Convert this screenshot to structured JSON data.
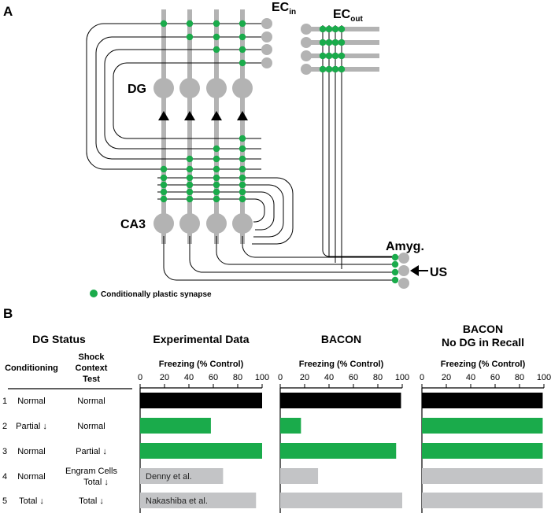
{
  "panel_a": {
    "letter": "A",
    "labels": {
      "ec_in": "EC",
      "ec_in_sub": "in",
      "ec_out": "EC",
      "ec_out_sub": "out",
      "dg": "DG",
      "ca3": "CA3",
      "amyg": "Amyg.",
      "us": "US"
    },
    "legend": "Conditionally plastic synapse",
    "colors": {
      "synapse": "#1aab4b",
      "neuron": "#b3b3b3",
      "wire": "#000000"
    }
  },
  "panel_b": {
    "letter": "B",
    "headers": {
      "dg_status": "DG Status",
      "conditioning": "Conditioning",
      "shock_l1": "Shock",
      "shock_l2": "Context",
      "shock_l3": "Test"
    },
    "rows": [
      {
        "num": "1",
        "conditioning": "Normal",
        "shock": "Normal"
      },
      {
        "num": "2",
        "conditioning": "Partial ↓",
        "shock": "Normal"
      },
      {
        "num": "3",
        "conditioning": "Normal",
        "shock": "Partial ↓"
      },
      {
        "num": "4",
        "conditioning": "Normal",
        "shock": "Engram Cells",
        "shock_l2": "Total ↓"
      },
      {
        "num": "5",
        "conditioning": "Total ↓",
        "shock": "Total ↓"
      }
    ],
    "colors": {
      "normal": "#000000",
      "altered": "#1aab4b",
      "reference": "#c3c4c6"
    },
    "chart_data": [
      {
        "type": "bar",
        "title": "Experimental Data",
        "xlabel": "Freezing (% Control)",
        "xlim": [
          0,
          100
        ],
        "ticks": [
          "0",
          "20",
          "40",
          "60",
          "80",
          "100"
        ],
        "values": [
          100,
          58,
          100,
          68,
          95
        ],
        "bar_colors": [
          "normal",
          "altered",
          "altered",
          "reference",
          "reference"
        ],
        "bar_labels": [
          "",
          "",
          "",
          "Denny et al.",
          "Nakashiba et al."
        ]
      },
      {
        "type": "bar",
        "title": "BACON",
        "xlabel": "Freezing (% Control)",
        "xlim": [
          0,
          100
        ],
        "ticks": [
          "0",
          "20",
          "40",
          "60",
          "80",
          "100"
        ],
        "values": [
          99,
          17,
          95,
          31,
          100
        ],
        "bar_colors": [
          "normal",
          "altered",
          "altered",
          "reference",
          "reference"
        ],
        "bar_labels": [
          "",
          "",
          "",
          "",
          ""
        ]
      },
      {
        "type": "bar",
        "title": "BACON",
        "title_l2": "No DG in Recall",
        "xlabel": "Freezing (% Control)",
        "xlim": [
          0,
          100
        ],
        "ticks": [
          "0",
          "20",
          "40",
          "60",
          "80",
          "100"
        ],
        "values": [
          99,
          99,
          99,
          99,
          99
        ],
        "bar_colors": [
          "normal",
          "altered",
          "altered",
          "reference",
          "reference"
        ],
        "bar_labels": [
          "",
          "",
          "",
          "",
          ""
        ]
      }
    ]
  }
}
